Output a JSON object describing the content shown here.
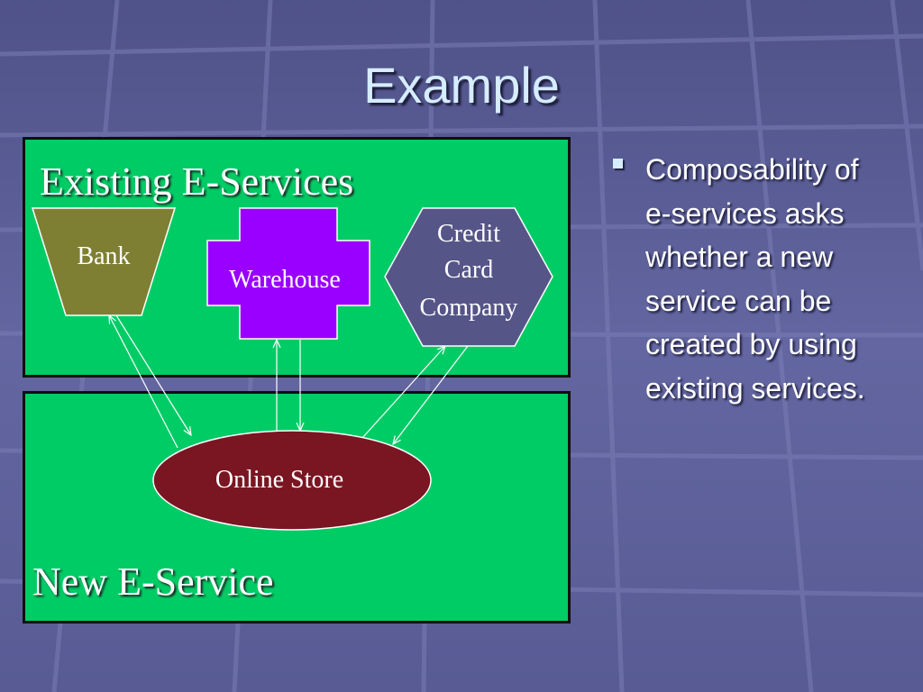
{
  "slide": {
    "title": "Example",
    "colors": {
      "background": "#5b5e95",
      "panel": "#00cc66",
      "title": "#d6ecff"
    }
  },
  "diagram": {
    "existing_label": "Existing E-Services",
    "new_label": "New E-Service",
    "nodes": {
      "bank": {
        "label": "Bank",
        "shape": "trapezoid",
        "color": "#7f7f33"
      },
      "warehouse": {
        "label": "Warehouse",
        "shape": "cross",
        "color": "#9900ff"
      },
      "credit": {
        "lines": [
          "Credit",
          "Card",
          "Company"
        ],
        "shape": "hexagon",
        "color": "#555588"
      },
      "store": {
        "label": "Online Store",
        "shape": "ellipse",
        "color": "#7a1522"
      }
    },
    "connections": [
      {
        "from": "store",
        "to": "bank",
        "bidirectional": true
      },
      {
        "from": "store",
        "to": "warehouse",
        "bidirectional": true
      },
      {
        "from": "store",
        "to": "credit",
        "bidirectional": true
      }
    ]
  },
  "bullet": {
    "marker_icon": "square-bullet-icon",
    "text": "Composability of e-services asks whether a new service can be created by using existing services."
  }
}
